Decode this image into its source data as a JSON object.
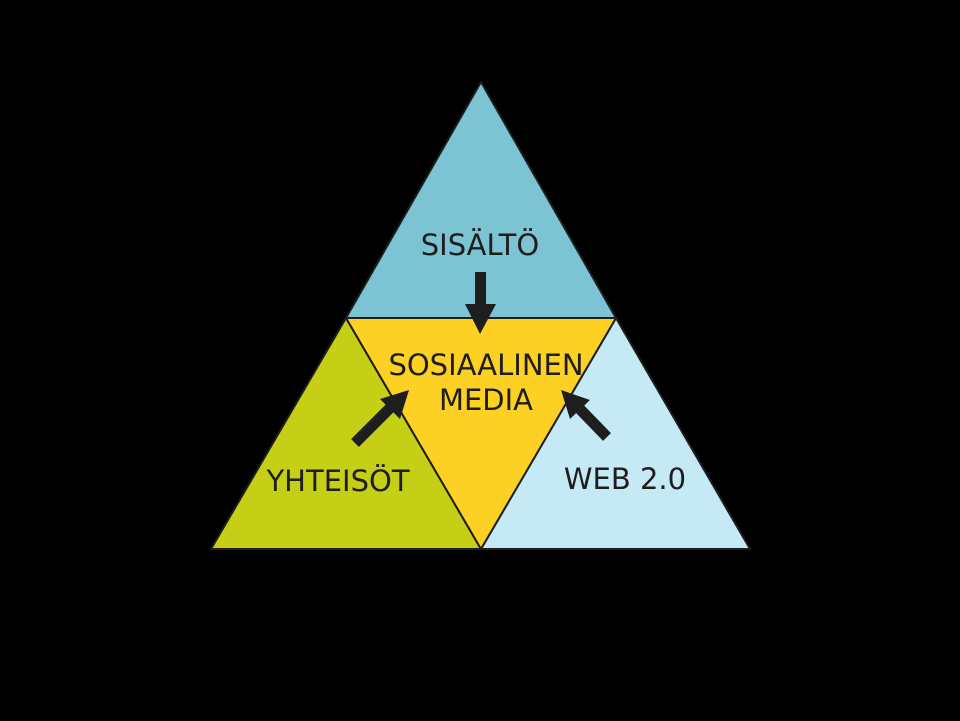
{
  "diagram": {
    "colors": {
      "background": "#000000",
      "top": "#7cc4d4",
      "left": "#c5cf16",
      "right": "#c6e9f6",
      "center": "#fdd124",
      "stroke": "#1e1e1e",
      "arrow": "#1e1e1e"
    },
    "labels": {
      "top": "SISÄLTÖ",
      "center_line1": "SOSIAALINEN",
      "center_line2": "MEDIA",
      "left": "YHTEISÖT",
      "right": "WEB 2.0"
    }
  }
}
